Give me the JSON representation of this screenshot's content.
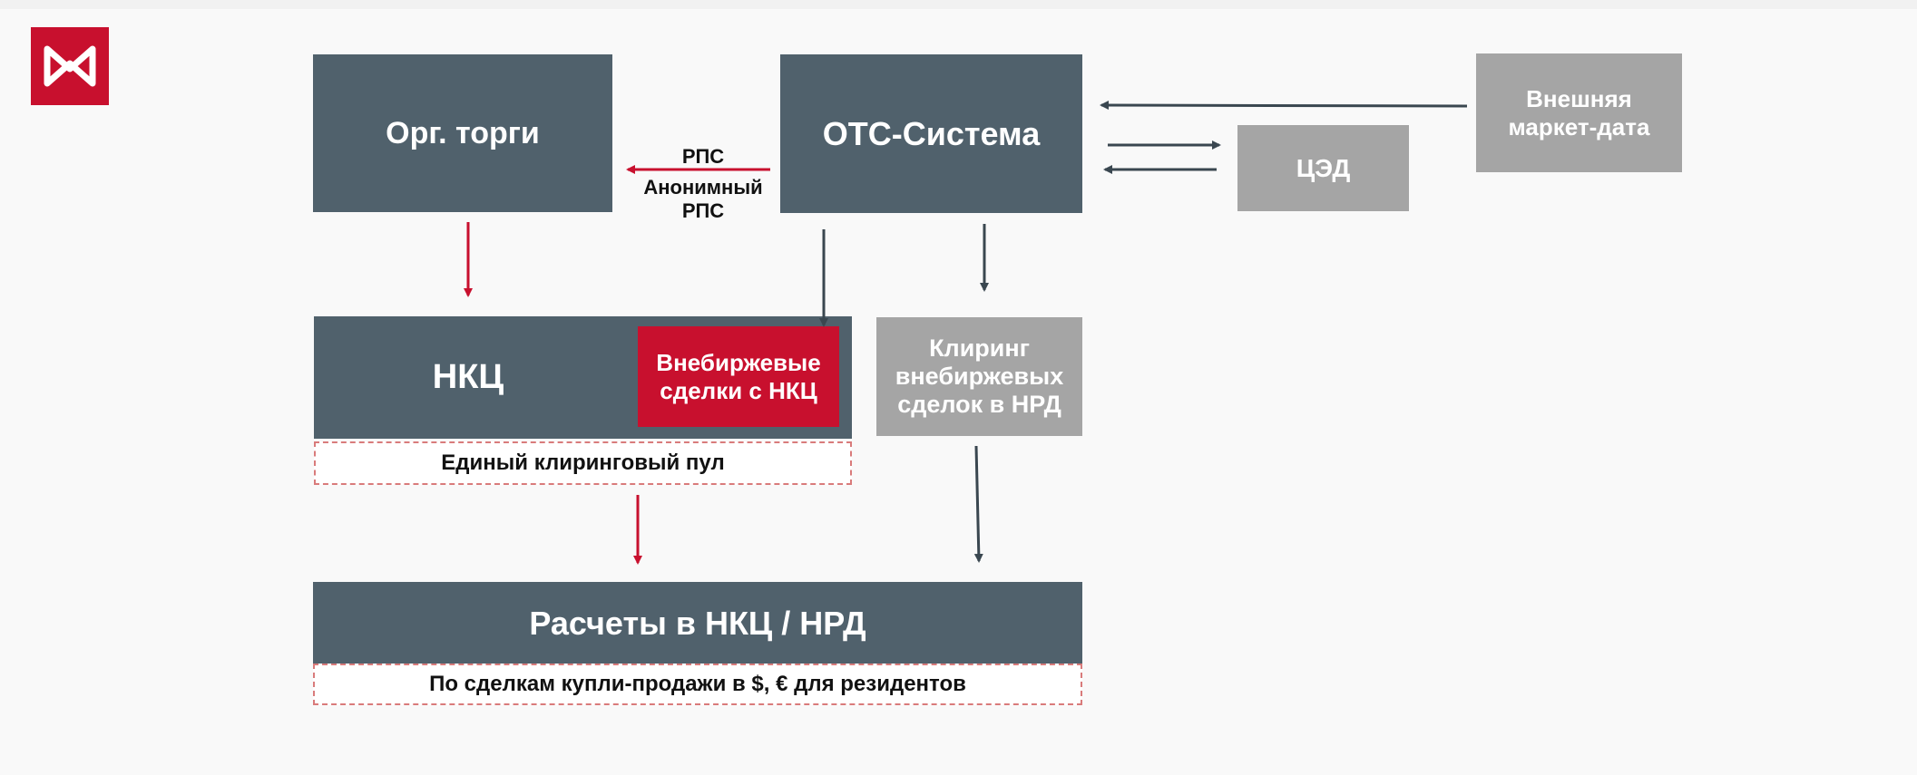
{
  "logo": {
    "icon": "moex-logo-icon",
    "color": "#c8102e"
  },
  "colors": {
    "dark_box": "#50616c",
    "grey_box": "#a5a5a5",
    "accent_red": "#c8102e",
    "arrow_dark": "#3a4750",
    "dashed_border": "#d97b7b"
  },
  "nodes": {
    "org_trading": "Орг. торги",
    "otc_system": "ОТС-Система",
    "external_market_data": "Внешняя маркет-дата",
    "ced": "ЦЭД",
    "nkc": "НКЦ",
    "otc_deals_nkc": "Внебиржевые сделки с НКЦ",
    "clearing_nrd": "Клиринг внебиржевых сделок в НРД",
    "unified_pool": "Единый клиринговый пул",
    "settlements": "Расчеты в НКЦ / НРД",
    "settlements_note": "По сделкам купли-продажи в $, € для резидентов"
  },
  "edge_labels": {
    "rps": "РПС",
    "anon_rps": "Анонимный РПС"
  }
}
